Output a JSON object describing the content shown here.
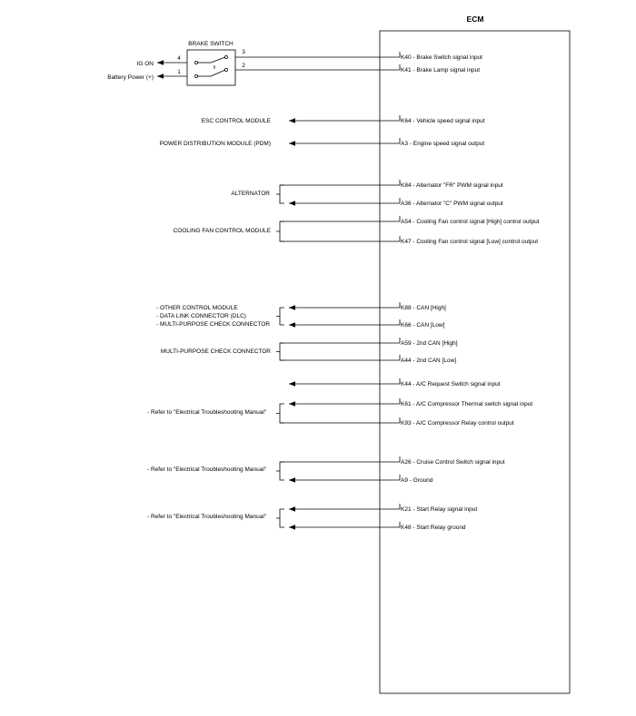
{
  "ecm_title": "ECM",
  "brake_switch": {
    "title": "BRAKE SWITCH",
    "pin_left_top": "4",
    "pin_left_bottom": "1",
    "pin_right_top": "3",
    "pin_right_bottom": "2",
    "ig_on_label": "IG ON",
    "battery_label": "Battery Power (+)"
  },
  "signals": [
    {
      "code": "K40",
      "desc": " - Brake Switch signal input"
    },
    {
      "code": "K41",
      "desc": " - Brake Lamp signal input"
    },
    {
      "code": "K64",
      "desc": " - Vehicle speed signal input"
    },
    {
      "code": "A3",
      "desc": " - Engine speed signal output"
    },
    {
      "code": "K84",
      "desc": " - Alternator \"FR\" PWM signal input"
    },
    {
      "code": "A36",
      "desc": " - Alternator \"C\" PWM signal output"
    },
    {
      "code": "A54",
      "desc": " - Cooling Fan control signal [High] control output"
    },
    {
      "code": "K47",
      "desc": " - Cooling Fan control signal [Low] control output"
    },
    {
      "code": "K88",
      "desc": " - CAN [High]"
    },
    {
      "code": "K66",
      "desc": " - CAN [Low]"
    },
    {
      "code": "A59",
      "desc": " - 2nd CAN [High]"
    },
    {
      "code": "A44",
      "desc": " - 2nd CAN [Low]"
    },
    {
      "code": "K44",
      "desc": " - A/C Request Switch signal input"
    },
    {
      "code": "K61",
      "desc": " - A/C Compressor Thermal switch signal input"
    },
    {
      "code": "K93",
      "desc": " - A/C Compressor Relay control output"
    },
    {
      "code": "A26",
      "desc": " - Cruise Control Switch signal input"
    },
    {
      "code": "A9",
      "desc": " - Ground"
    },
    {
      "code": "K21",
      "desc": " - Start Relay signal input"
    },
    {
      "code": "K48",
      "desc": " - Start Relay ground"
    }
  ],
  "destinations": {
    "esc": "ESC CONTROL MODULE",
    "pdm": "POWER DISTRIBUTION MODULE (PDM)",
    "alternator": "ALTERNATOR",
    "cooling_fan": "COOLING FAN CONTROL MODULE",
    "other_control": "- OTHER CONTROL MODULE",
    "data_link": "- DATA LINK CONNECTOR (DLC)",
    "multi_purpose": "- MULTI-PURPOSE CHECK CONNECTOR",
    "multi_purpose_2": "MULTI-PURPOSE CHECK CONNECTOR",
    "refer_ac": "- Refer to \"Electrical Troubleshooting Manual\"",
    "refer_cruise": "- Refer to \"Electrical Troubleshooting Manual\"",
    "refer_start": "- Refer to \"Electrical Troubleshooting Manual\""
  }
}
